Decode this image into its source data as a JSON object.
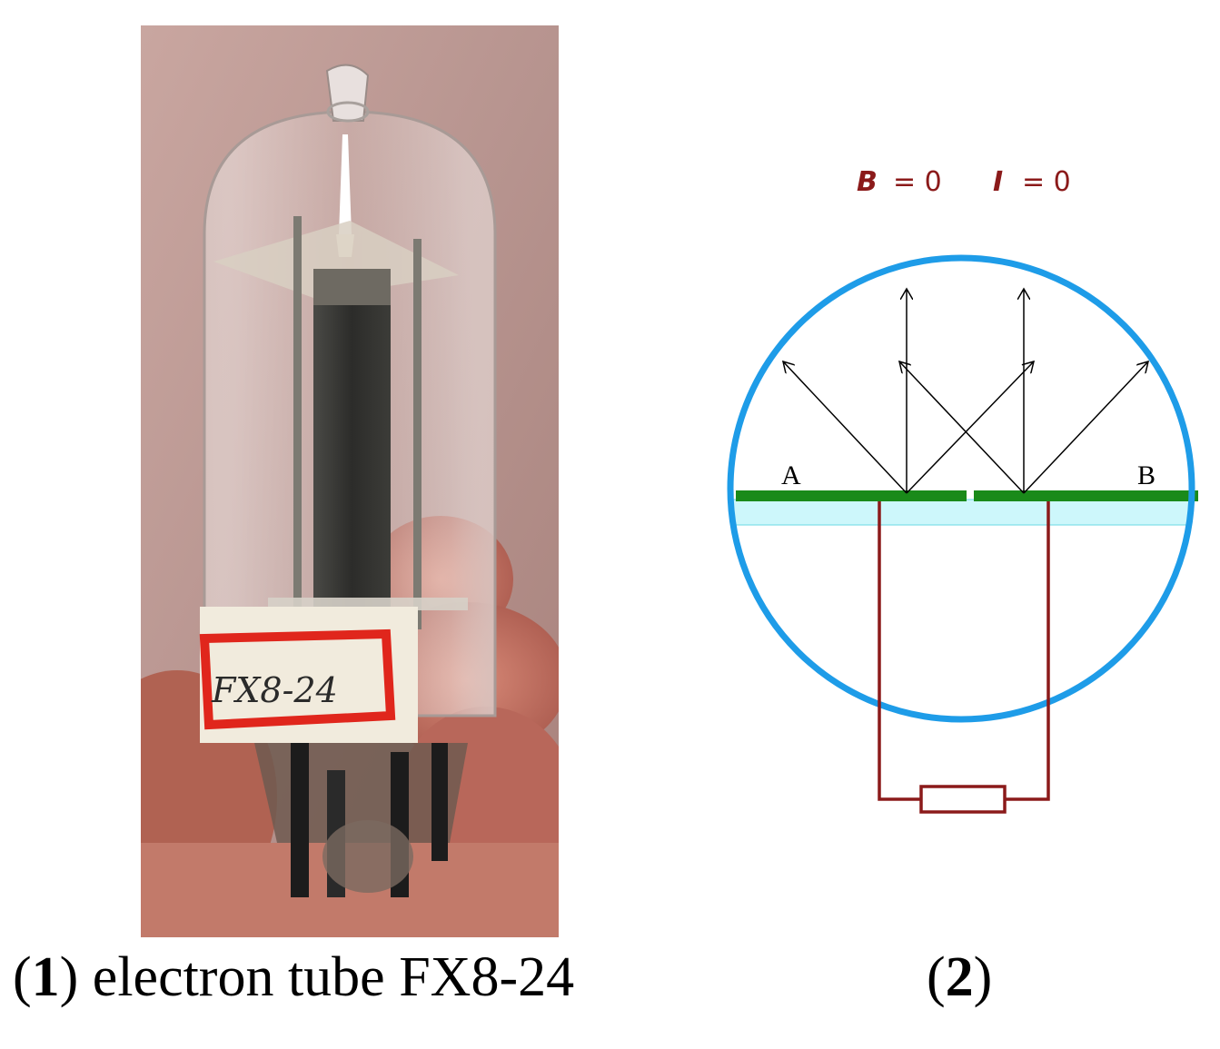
{
  "panel1": {
    "caption_open": "(",
    "caption_number": "1",
    "caption_text": ") electron tube FX8-24",
    "tube_label": "FX8-24"
  },
  "panel2": {
    "caption_open": "(",
    "caption_number": "2",
    "caption_close": ")",
    "equation_b_symbol": "B",
    "equation_b_value": "= 0",
    "equation_i_symbol": "I",
    "equation_i_value": "= 0",
    "electrode_a_label": "A",
    "electrode_b_label": "B"
  },
  "colors": {
    "bulb_outline": "#1e9ce8",
    "electrode": "#1a8a1a",
    "substrate": "#cdf7fb",
    "circuit_wire": "#8b1a1a",
    "equation_text": "#8b1a1a"
  }
}
